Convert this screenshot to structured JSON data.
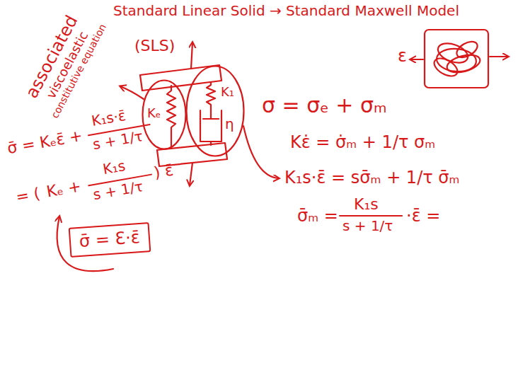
{
  "diagram": {
    "title": "Standard Linear Solid → Standard Maxwell Model",
    "nodes": [
      {
        "text": [
          "Kₑ"
        ]
      },
      {
        "text": [
          "K₁",
          "η"
        ]
      },
      {
        "text": [
          "σ̄ = Ɛ·ε̄"
        ]
      }
    ],
    "labels": [
      "(SLS)",
      "associated",
      "viscoelastic",
      "constitutive equation",
      "ε",
      "σ = σₑ + σₘ",
      "Kε̇ = σ̇ₘ + 1/τ σₘ",
      "K₁s·ε̄ = sσ̄ₘ + 1/τ σ̄ₘ",
      "σ̄ₘ =",
      "K₁s",
      "s + 1/τ",
      "·ε̄ =",
      "σ̄ = Kₑε̄ +",
      "K₁s·ε̄",
      "s + 1/τ",
      "= (",
      "Kₑ +",
      "K₁s",
      "s + 1/τ",
      ") ε̄"
    ]
  }
}
